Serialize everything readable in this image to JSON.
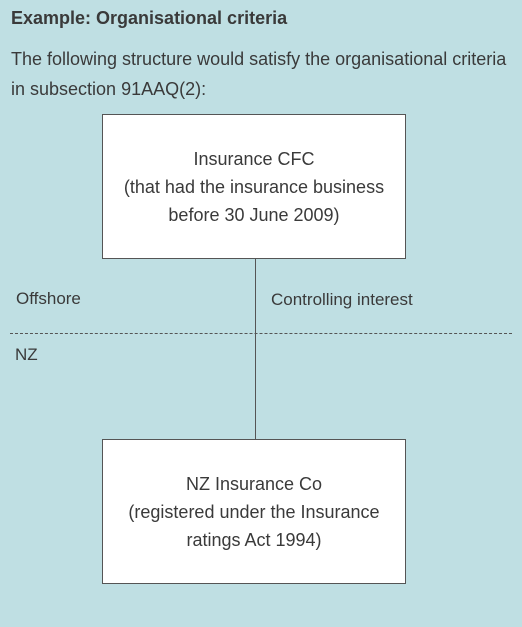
{
  "heading": "Example: Organisational criteria",
  "intro": "The following structure would satisfy the organisational criteria in subsection 91AAQ(2):",
  "diagram": {
    "top_box": {
      "line1": "Insurance CFC",
      "line2": "(that had the insurance business",
      "line3": "before 30 June 2009)"
    },
    "bottom_box": {
      "line1": "NZ Insurance Co",
      "line2": "(registered under the Insurance",
      "line3": "ratings Act 1994)"
    },
    "labels": {
      "offshore": "Offshore",
      "controlling_interest": "Controlling interest",
      "nz": "NZ"
    }
  },
  "colors": {
    "background": "#bfdfe3",
    "box_fill": "#ffffff",
    "line": "#555555",
    "text": "#3a3a3a"
  }
}
